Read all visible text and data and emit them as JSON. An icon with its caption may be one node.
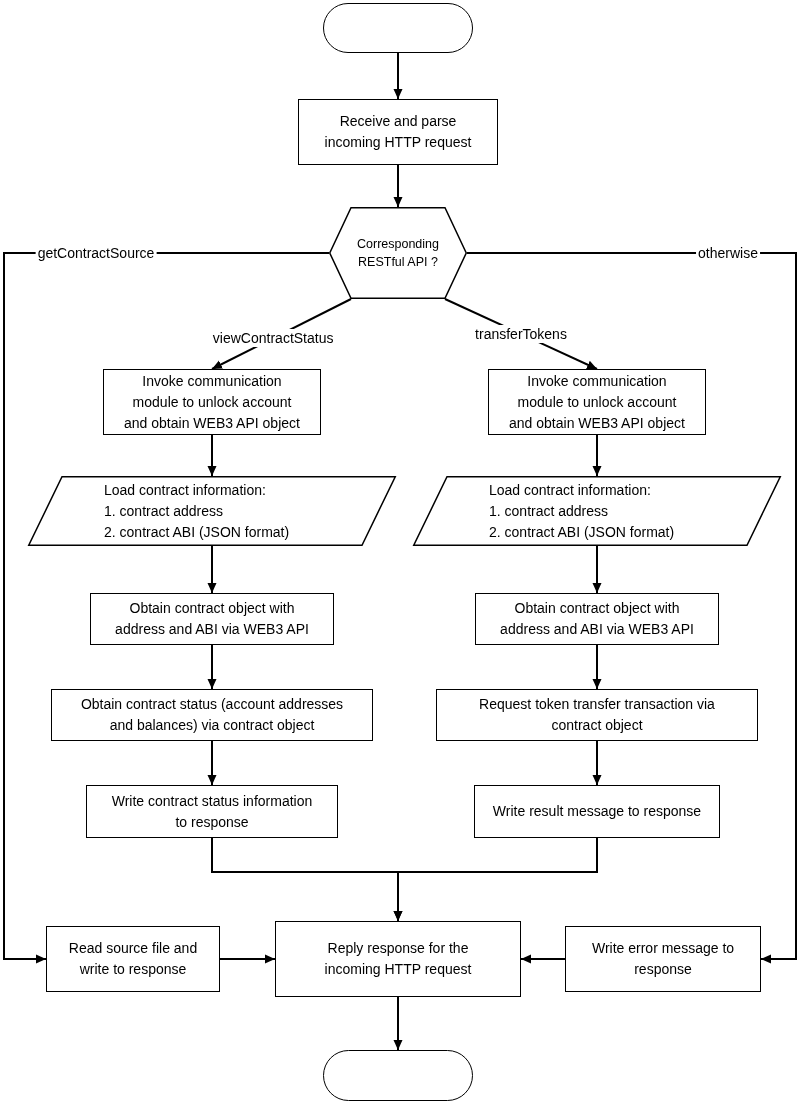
{
  "diagram": {
    "nodes": [
      {
        "text": [],
        "shape": "pill"
      },
      {
        "text": [
          "Receive and parse incoming HTTP request"
        ]
      },
      {
        "text": [
          "Corresponding RESTful API ?"
        ]
      },
      {
        "text": [
          "Invoke communication module to unlock account and obtain WEB3 API object"
        ]
      },
      {
        "text": [
          "Invoke communication module to unlock account and obtain WEB3 API object"
        ]
      },
      {
        "text": [
          "Load contract information:",
          "1. contract address",
          "2. contract ABI (JSON format)"
        ]
      },
      {
        "text": [
          "Load contract information:",
          "1. contract address",
          "2. contract ABI (JSON format)"
        ]
      },
      {
        "text": [
          "Obtain contract object with address and ABI via WEB3 API"
        ]
      },
      {
        "text": [
          "Obtain contract object with address and ABI via WEB3 API"
        ]
      },
      {
        "text": [
          "Obtain contract status (account addresses and balances) via contract object"
        ]
      },
      {
        "text": [
          "Request token transfer transaction via contract object"
        ]
      },
      {
        "text": [
          "Write contract status information to response"
        ]
      },
      {
        "text": [
          "Write result message to response"
        ]
      },
      {
        "text": [
          "Read source file and write to response"
        ]
      },
      {
        "text": [
          "Reply response for the incoming HTTP request"
        ]
      },
      {
        "text": [
          "Write error message to response"
        ]
      },
      {
        "text": [],
        "shape": "pill"
      }
    ],
    "edges": [
      {
        "from": 0,
        "to": 1,
        "arrow": "to"
      },
      {
        "from": 1,
        "to": 2,
        "arrow": "to"
      },
      {
        "from": 2,
        "to": 3,
        "arrow": "to",
        "label": "viewContractStatus"
      },
      {
        "from": 2,
        "to": 4,
        "arrow": "to",
        "label": "transferTokens"
      },
      {
        "from": 2,
        "to": 13,
        "arrow": "to",
        "label": "getContractSource"
      },
      {
        "from": 2,
        "to": 15,
        "arrow": "to",
        "label": "otherwise"
      },
      {
        "from": 3,
        "to": 5,
        "arrow": "to"
      },
      {
        "from": 5,
        "to": 7,
        "arrow": "to"
      },
      {
        "from": 7,
        "to": 9,
        "arrow": "to"
      },
      {
        "from": 9,
        "to": 11,
        "arrow": "to"
      },
      {
        "from": 4,
        "to": 6,
        "arrow": "to"
      },
      {
        "from": 6,
        "to": 8,
        "arrow": "to"
      },
      {
        "from": 8,
        "to": 10,
        "arrow": "to"
      },
      {
        "from": 10,
        "to": 12,
        "arrow": "to"
      },
      {
        "from": 11,
        "to": 14,
        "arrow": "to"
      },
      {
        "from": 12,
        "to": 14,
        "arrow": "to"
      },
      {
        "from": 13,
        "to": 14,
        "arrow": "to"
      },
      {
        "from": 15,
        "to": 14,
        "arrow": "to"
      },
      {
        "from": 14,
        "to": 16,
        "arrow": "to"
      }
    ]
  }
}
